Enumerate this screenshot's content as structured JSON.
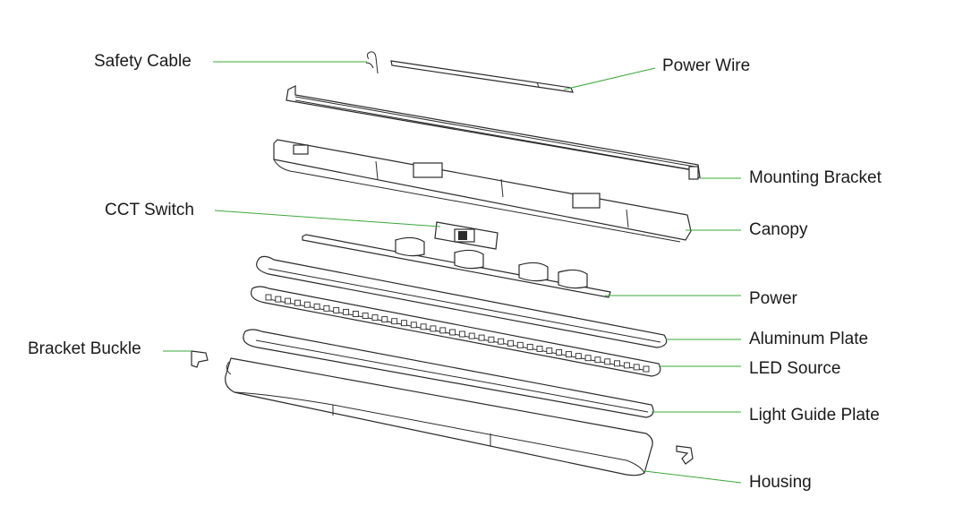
{
  "labels": {
    "safety_cable": "Safety Cable",
    "power_wire": "Power Wire",
    "mounting_bracket": "Mounting Bracket",
    "cct_switch": "CCT Switch",
    "canopy": "Canopy",
    "power": "Power",
    "aluminum_plate": "Aluminum Plate",
    "bracket_buckle": "Bracket Buckle",
    "led_source": "LED Source",
    "light_guide_plate": "Light Guide Plate",
    "housing": "Housing"
  },
  "colors": {
    "leader_line": "#3aa83a",
    "outline": "#2b2b2b",
    "text": "#1a1a1a",
    "background": "#ffffff"
  }
}
